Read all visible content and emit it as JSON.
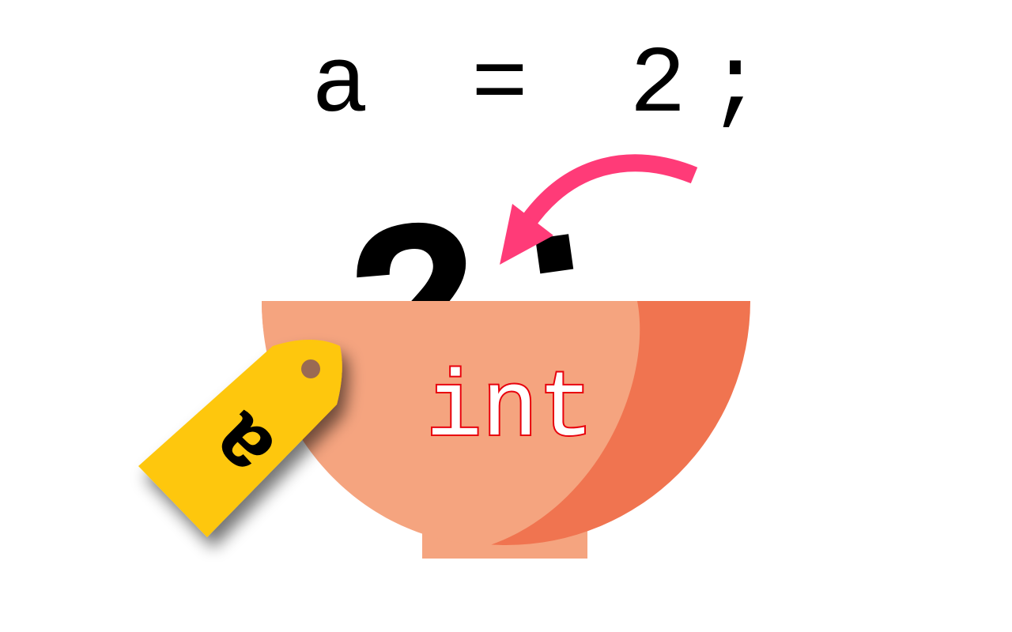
{
  "code_statement": {
    "variable": "a",
    "operator": "=",
    "value": "2",
    "terminator": ";"
  },
  "falling_value": {
    "text": "2;"
  },
  "bowl": {
    "type_label": "int"
  },
  "tag": {
    "label": "a"
  },
  "colors": {
    "bowl_light": "#f5a47f",
    "bowl_dark": "#f07450",
    "bowl_base": "#f5a47f",
    "type_label_fill": "#ffffff",
    "type_label_stroke": "#e8000c",
    "tag_fill": "#fec70b",
    "tag_hole": "#9a6a52",
    "arrow": "#ff3b78",
    "text": "#000000"
  }
}
